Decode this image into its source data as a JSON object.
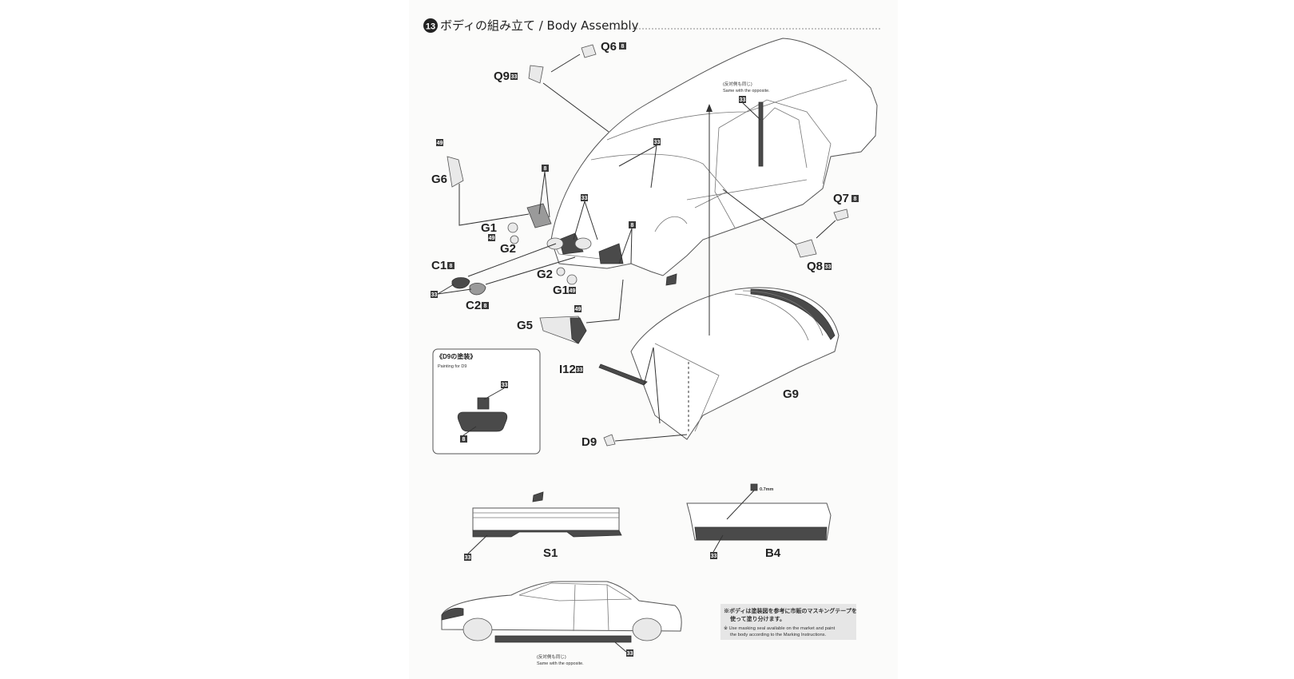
{
  "header": {
    "step_number": "13",
    "title": "ボディの組み立て / Body Assembly"
  },
  "parts": {
    "q6": "Q6",
    "q9": "Q9",
    "q7": "Q7",
    "q8": "Q8",
    "g6": "G6",
    "g1": "G1",
    "g2": "G2",
    "g5": "G5",
    "g9": "G9",
    "c1": "C1",
    "c2": "C2",
    "i12": "I12",
    "d9": "D9",
    "s1": "S1",
    "b4": "B4"
  },
  "paint_codes": {
    "c8": "8",
    "c33": "33",
    "c49": "49"
  },
  "notes": {
    "same_opposite_jp": "(反対側も同じ)",
    "same_opposite_en": "Same with the opposite.",
    "d9_paint_jp": "《D9の塗装》",
    "d9_paint_en": "Painting for D9",
    "thickness": "0.7mm",
    "masking_jp_1": "※ボディは塗装図を参考に市販のマスキングテープを",
    "masking_jp_2": "使って塗り分けます。",
    "masking_en_1": "※ Use masking seal available on the market and paint",
    "masking_en_2": "the body according to the Marking Instructions."
  },
  "colors": {
    "ink": "#222222",
    "paper": "#fbfbfa",
    "dark_paint": "#4a4a4a",
    "badge": "#3a3a3a",
    "note_box": "#e6e6e6"
  }
}
